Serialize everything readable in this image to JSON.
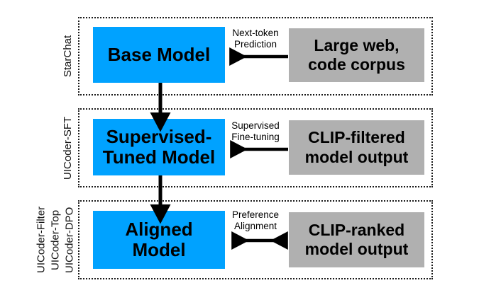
{
  "figure": {
    "type": "pipeline-diagram",
    "background_color": "#ffffff",
    "model_box_color": "#00a2ff",
    "data_box_color": "#b0b0b0",
    "arrow_color": "#000000",
    "container_border_style": "dotted"
  },
  "stages": [
    {
      "id": "starchat",
      "stage_label": "StarChat",
      "model_box_label": "Base Model",
      "data_box_label": "Large web,\ncode corpus",
      "arrow_label": "Next-token\nPrediction",
      "arrow_direction": "data-to-model",
      "down_arrow_to_next": true
    },
    {
      "id": "uicoder-sft",
      "stage_label": "UICoder-SFT",
      "model_box_label": "Supervised-\nTuned Model",
      "data_box_label": "CLIP-filtered\nmodel output",
      "arrow_label": "Supervised\nFine-tuning",
      "arrow_direction": "data-to-model",
      "down_arrow_to_next": true
    },
    {
      "id": "uicoder-aligned",
      "stage_label": "UICoder-Filter\nUICoder-Top\nUICoder-DPO",
      "stage_label_lines": [
        "UICoder-Filter",
        "UICoder-Top",
        "UICoder-DPO"
      ],
      "model_box_label": "Aligned Model",
      "data_box_label": "CLIP-ranked\nmodel output",
      "arrow_label": "Preference\nAlignment",
      "arrow_direction": "bidirectional",
      "down_arrow_to_next": false
    }
  ]
}
